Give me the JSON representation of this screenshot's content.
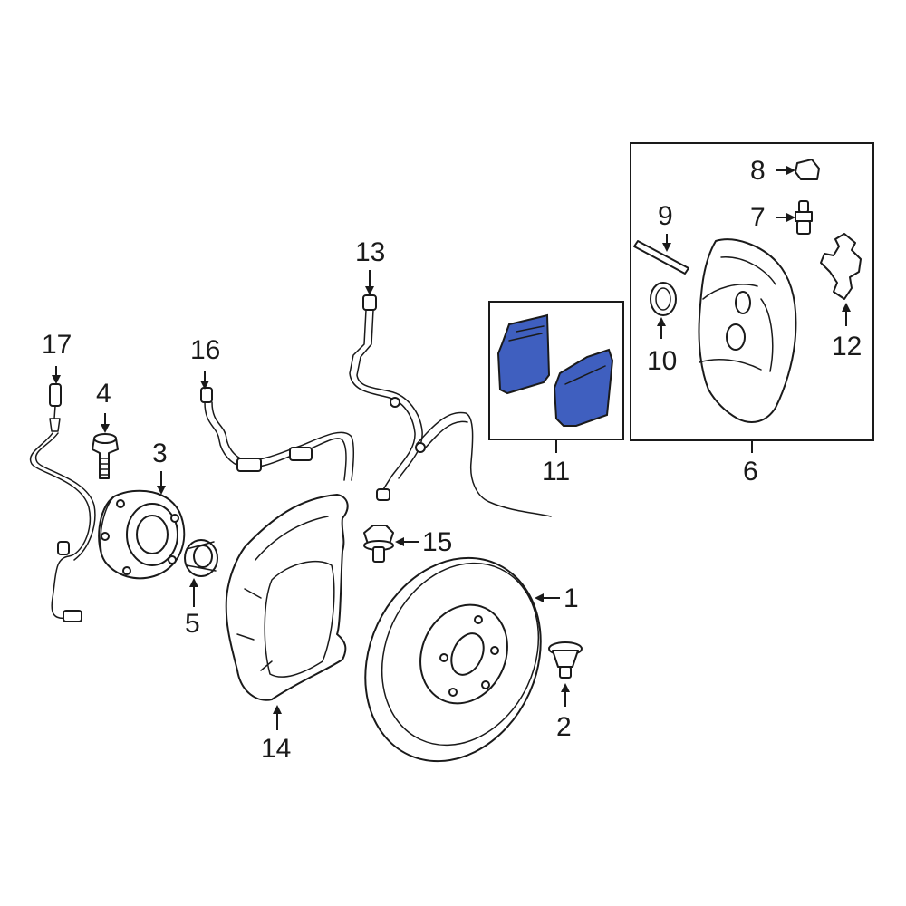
{
  "colors": {
    "line": "#1a1a1a",
    "highlight": "#3f5fbf",
    "background": "#ffffff"
  },
  "callouts": {
    "c1": "1",
    "c2": "2",
    "c3": "3",
    "c4": "4",
    "c5": "5",
    "c6": "6",
    "c7": "7",
    "c8": "8",
    "c9": "9",
    "c10": "10",
    "c11": "11",
    "c12": "12",
    "c13": "13",
    "c14": "14",
    "c15": "15",
    "c16": "16",
    "c17": "17"
  }
}
